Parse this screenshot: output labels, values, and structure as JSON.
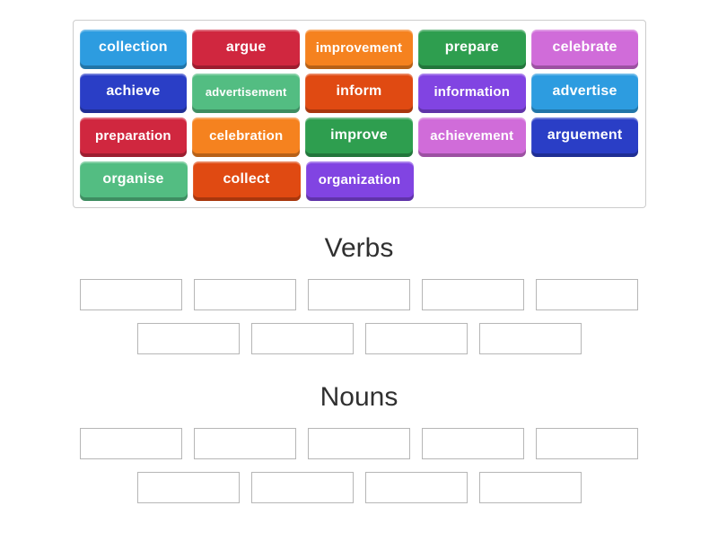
{
  "palette": {
    "blue": "#2D9CE0",
    "red": "#D0273F",
    "orange": "#F5821F",
    "green": "#2E9E4F",
    "orchid": "#D06CD9",
    "royal_blue": "#2A3EC6",
    "sea_green": "#53BD82",
    "orange_red": "#E04A12",
    "purple": "#8144E2"
  },
  "word_bank": {
    "rows": [
      [
        {
          "label": "collection",
          "color": "blue"
        },
        {
          "label": "argue",
          "color": "red"
        },
        {
          "label": "improvement",
          "color": "orange"
        },
        {
          "label": "prepare",
          "color": "green"
        },
        {
          "label": "celebrate",
          "color": "orchid"
        }
      ],
      [
        {
          "label": "achieve",
          "color": "royal_blue"
        },
        {
          "label": "advertisement",
          "color": "sea_green"
        },
        {
          "label": "inform",
          "color": "orange_red"
        },
        {
          "label": "information",
          "color": "purple"
        },
        {
          "label": "advertise",
          "color": "blue"
        }
      ],
      [
        {
          "label": "preparation",
          "color": "red"
        },
        {
          "label": "celebration",
          "color": "orange"
        },
        {
          "label": "improve",
          "color": "green"
        },
        {
          "label": "achievement",
          "color": "orchid"
        },
        {
          "label": "arguement",
          "color": "royal_blue"
        }
      ],
      [
        {
          "label": "organise",
          "color": "sea_green"
        },
        {
          "label": "collect",
          "color": "orange_red"
        },
        {
          "label": "organization",
          "color": "purple"
        }
      ]
    ]
  },
  "groups": [
    {
      "title": "Verbs",
      "slot_rows": [
        5,
        4
      ]
    },
    {
      "title": "Nouns",
      "slot_rows": [
        5,
        4
      ]
    }
  ]
}
